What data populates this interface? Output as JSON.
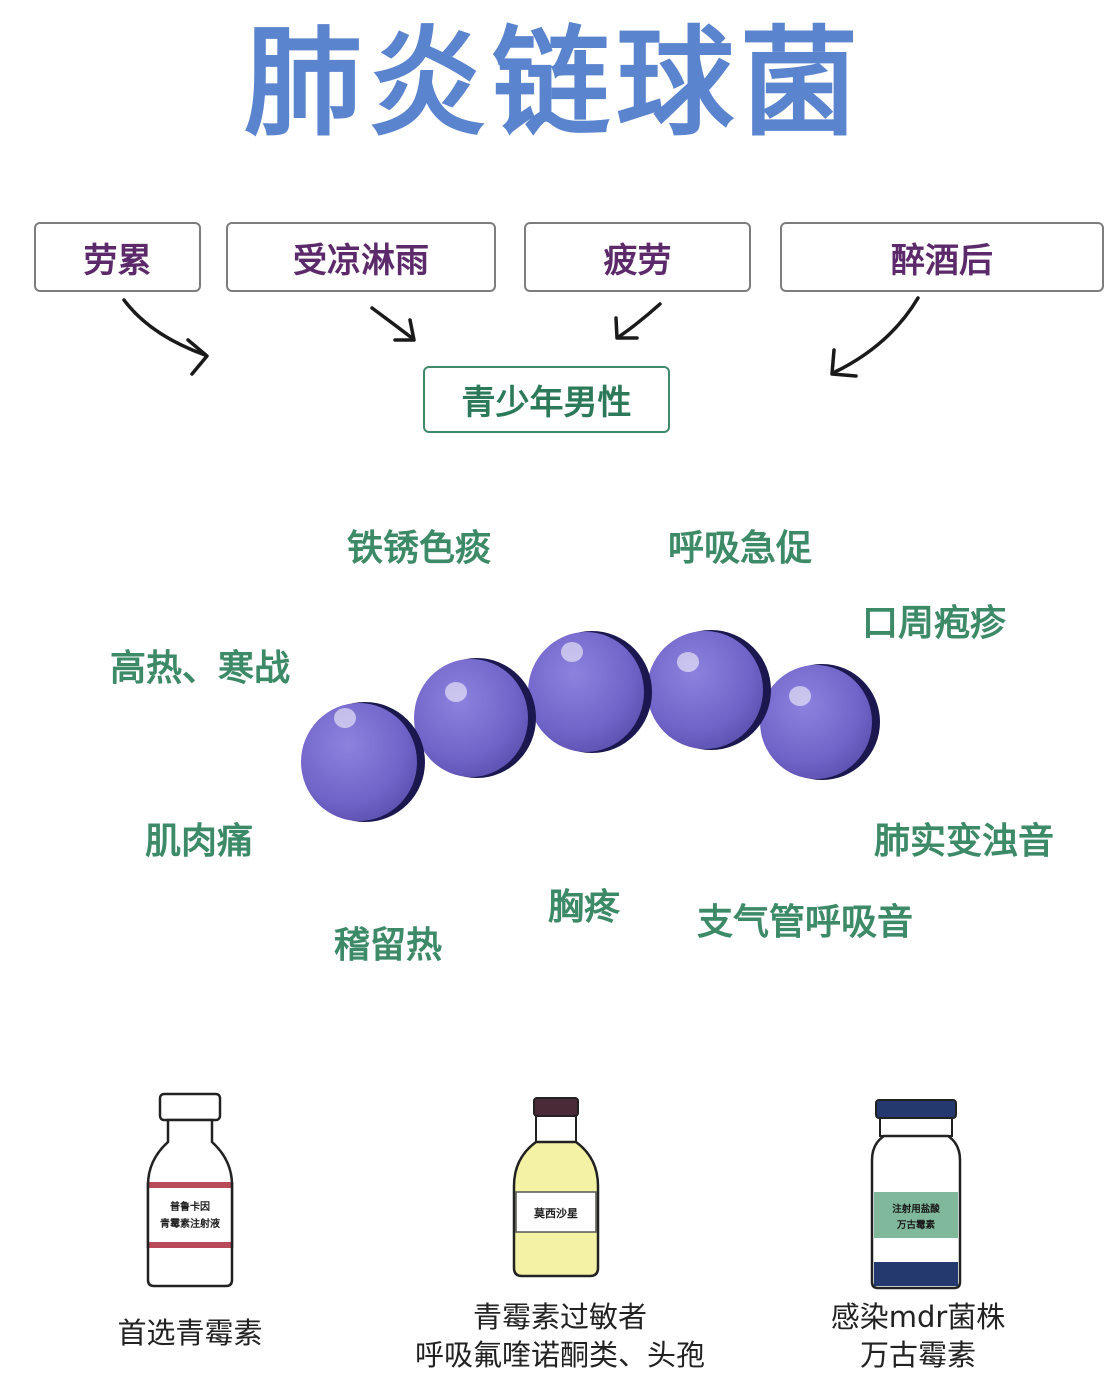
{
  "title": "肺炎链球菌",
  "causes": [
    {
      "label": "劳累"
    },
    {
      "label": "受凉淋雨"
    },
    {
      "label": "疲劳"
    },
    {
      "label": "醉酒后"
    }
  ],
  "population": "青少年男性",
  "symptoms": {
    "rust_sputum": "铁锈色痰",
    "rapid_breathing": "呼吸急促",
    "perioral_herpes": "口周疱疹",
    "fever_chills": "高热、寒战",
    "muscle_pain": "肌肉痛",
    "consolidation_dullness": "肺实变浊音",
    "chest_pain": "胸疼",
    "bronchial_breath": "支气管呼吸音",
    "sustained_fever": "稽留热"
  },
  "treatments": [
    {
      "bottle_label": [
        "普鲁卡因",
        "青霉素注射液"
      ],
      "caption": [
        "首选青霉素"
      ],
      "accent": "#b84a5a"
    },
    {
      "bottle_label": [
        "莫西沙星"
      ],
      "caption": [
        "青霉素过敏者",
        "呼吸氟喹诺酮类、头孢"
      ],
      "accent": "#f2f0a0"
    },
    {
      "bottle_label": [
        "注射用盐酸",
        "万古霉素"
      ],
      "caption": [
        "感染mdr菌株",
        "万古霉素"
      ],
      "accent": "#3f8a6a"
    }
  ],
  "colors": {
    "title": "#5b84cf",
    "cause_text": "#5c2a6b",
    "symptom_text": "#3d8a68",
    "bacteria": "#7b6fd0"
  }
}
